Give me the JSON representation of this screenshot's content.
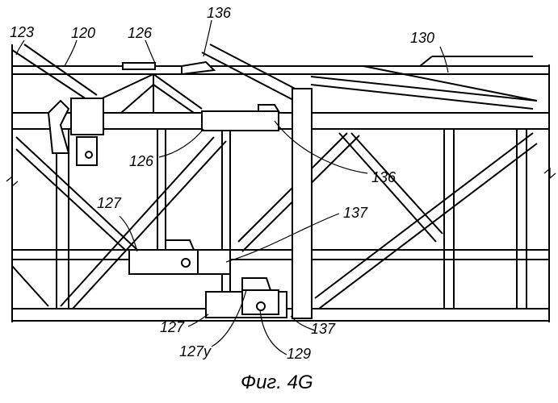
{
  "figure": {
    "caption": "Фиг. 4G",
    "labels": {
      "l123": "123",
      "l120": "120",
      "l126a": "126",
      "l136a": "136",
      "l130": "130",
      "l126b": "126",
      "l136b": "136",
      "l127a": "127",
      "l137a": "137",
      "l127b": "127",
      "l127y": "127y",
      "l129": "129",
      "l137b": "137"
    }
  }
}
